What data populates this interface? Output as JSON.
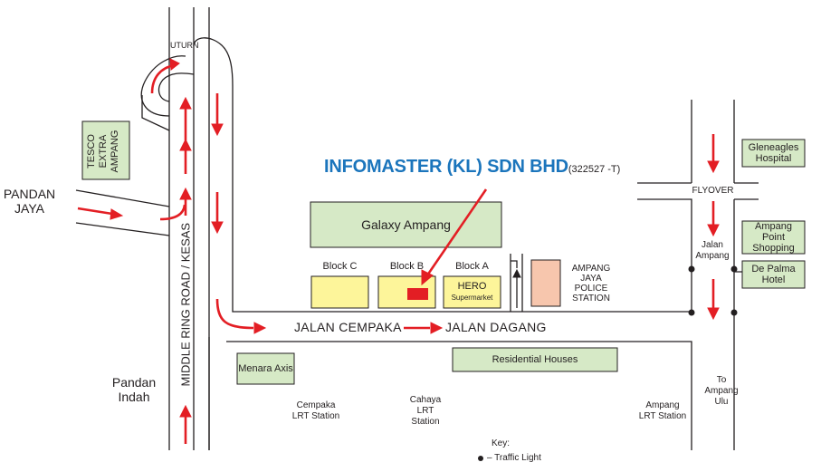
{
  "colors": {
    "road": "#231f20",
    "arrow": "#e31e24",
    "landmark_fill": "#d6e9c6",
    "block_fill": "#fdf59a",
    "police_fill": "#f7c6ad",
    "target_fill": "#e31e24",
    "company_text": "#1b75bc"
  },
  "company": {
    "name": "INFOMASTER (KL) SDN BHD",
    "registration": "(322527 -T)"
  },
  "roads": {
    "middle_ring_road": "MIDDLE RING ROAD / KESAS",
    "jalan_cempaka": "JALAN CEMPAKA",
    "jalan_dagang": "JALAN DAGANG",
    "uturn": "UTURN",
    "flyover": "FLYOVER",
    "jalan_ampang": "Jalan Ampang"
  },
  "areas": {
    "pandan_jaya": "PANDAN JAYA",
    "pandan_indah": "Pandan Indah",
    "to_ampang_ulu": "To Ampang Ulu"
  },
  "landmarks": {
    "tesco": "TESCO EXTRA AMPANG",
    "galaxy": "Galaxy Ampang",
    "gleneagles": "Gleneagles Hospital",
    "ampang_point": "Ampang Point Shopping",
    "de_palma": "De Palma Hotel",
    "menara_axis": "Menara Axis",
    "residential": "Residential Houses",
    "police": "AMPANG JAYA POLICE STATION"
  },
  "blocks": {
    "c": "Block C",
    "b": "Block B",
    "a": "Block A",
    "hero": "HERO",
    "hero_sub": "Supermarket"
  },
  "stations": {
    "cempaka": "Cempaka LRT Station",
    "cahaya": "Cahaya LRT Station",
    "ampang": "Ampang LRT Station"
  },
  "legend": {
    "title": "Key:",
    "traffic_light": "Traffic Light"
  }
}
